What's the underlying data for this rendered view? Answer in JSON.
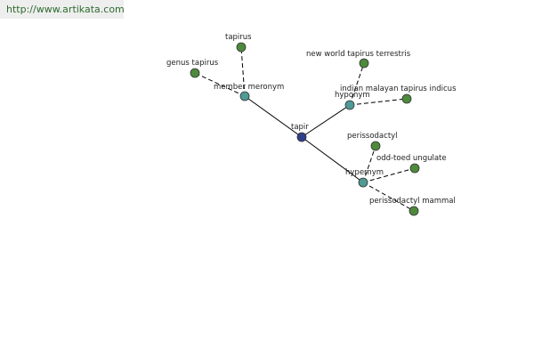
{
  "watermark": {
    "url": "http://www.artikata.com"
  },
  "colors": {
    "center_node": "#2e3f8c",
    "relation_node": "#4f9a94",
    "leaf_node": "#4e8a3c",
    "edge": "#000000",
    "watermark_bg": "#eeeeee",
    "watermark_text": "#2e6b2e"
  },
  "graph": {
    "center": {
      "id": "tapir",
      "label": "tapir",
      "kind": "center"
    },
    "relations": [
      {
        "id": "member-meronym",
        "label": "member meronym",
        "kind": "relation",
        "children": [
          {
            "id": "tapirus",
            "label": "tapirus",
            "kind": "leaf"
          },
          {
            "id": "genus-tapirus",
            "label": "genus tapirus",
            "kind": "leaf"
          }
        ]
      },
      {
        "id": "hyponym",
        "label": "hyponym",
        "kind": "relation",
        "children": [
          {
            "id": "new-world-tapirus-terrestris",
            "label": "new world tapirus terrestris",
            "kind": "leaf"
          },
          {
            "id": "indian-malayan-tapirus-indicus",
            "label": "indian malayan tapirus indicus",
            "kind": "leaf"
          }
        ]
      },
      {
        "id": "hypernym",
        "label": "hypernym",
        "kind": "relation",
        "children": [
          {
            "id": "perissodactyl",
            "label": "perissodactyl",
            "kind": "leaf"
          },
          {
            "id": "odd-toed-ungulate",
            "label": "odd-toed ungulate",
            "kind": "leaf"
          },
          {
            "id": "perissodactyl-mammal",
            "label": "perissodactyl mammal",
            "kind": "leaf"
          }
        ]
      }
    ]
  }
}
